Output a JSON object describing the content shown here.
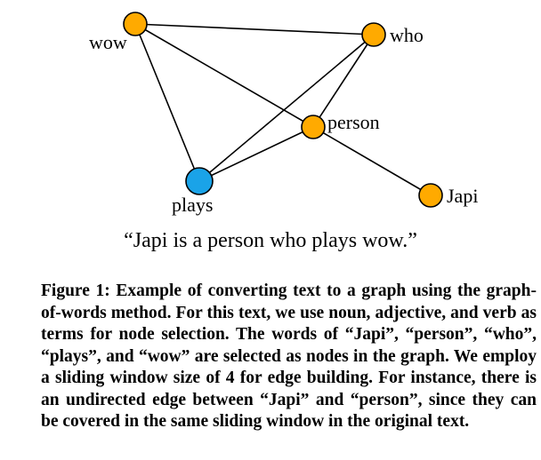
{
  "graph": {
    "nodes": [
      {
        "id": "wow",
        "label": "wow",
        "color": "#ffaa00"
      },
      {
        "id": "who",
        "label": "who",
        "color": "#ffaa00"
      },
      {
        "id": "person",
        "label": "person",
        "color": "#ffaa00"
      },
      {
        "id": "plays",
        "label": "plays",
        "color": "#1aa3e8"
      },
      {
        "id": "japi",
        "label": "Japi",
        "color": "#ffaa00"
      }
    ],
    "edges": [
      [
        "wow",
        "who"
      ],
      [
        "wow",
        "person"
      ],
      [
        "wow",
        "plays"
      ],
      [
        "who",
        "person"
      ],
      [
        "who",
        "plays"
      ],
      [
        "person",
        "plays"
      ],
      [
        "person",
        "japi"
      ]
    ]
  },
  "sentence": "“Japi is a person who plays wow.”",
  "caption": "Figure 1: Example of converting text to a graph using the graph-of-words method. For this text, we use noun, adjective, and verb as terms for node selection. The words of “Japi”, “person”, “who”, “plays”, and “wow” are selected as nodes in the graph. We employ a sliding window size of 4 for edge building. For instance, there is an undirected edge between “Japi” and “person”, since they can be covered in the same sliding window in the original text."
}
